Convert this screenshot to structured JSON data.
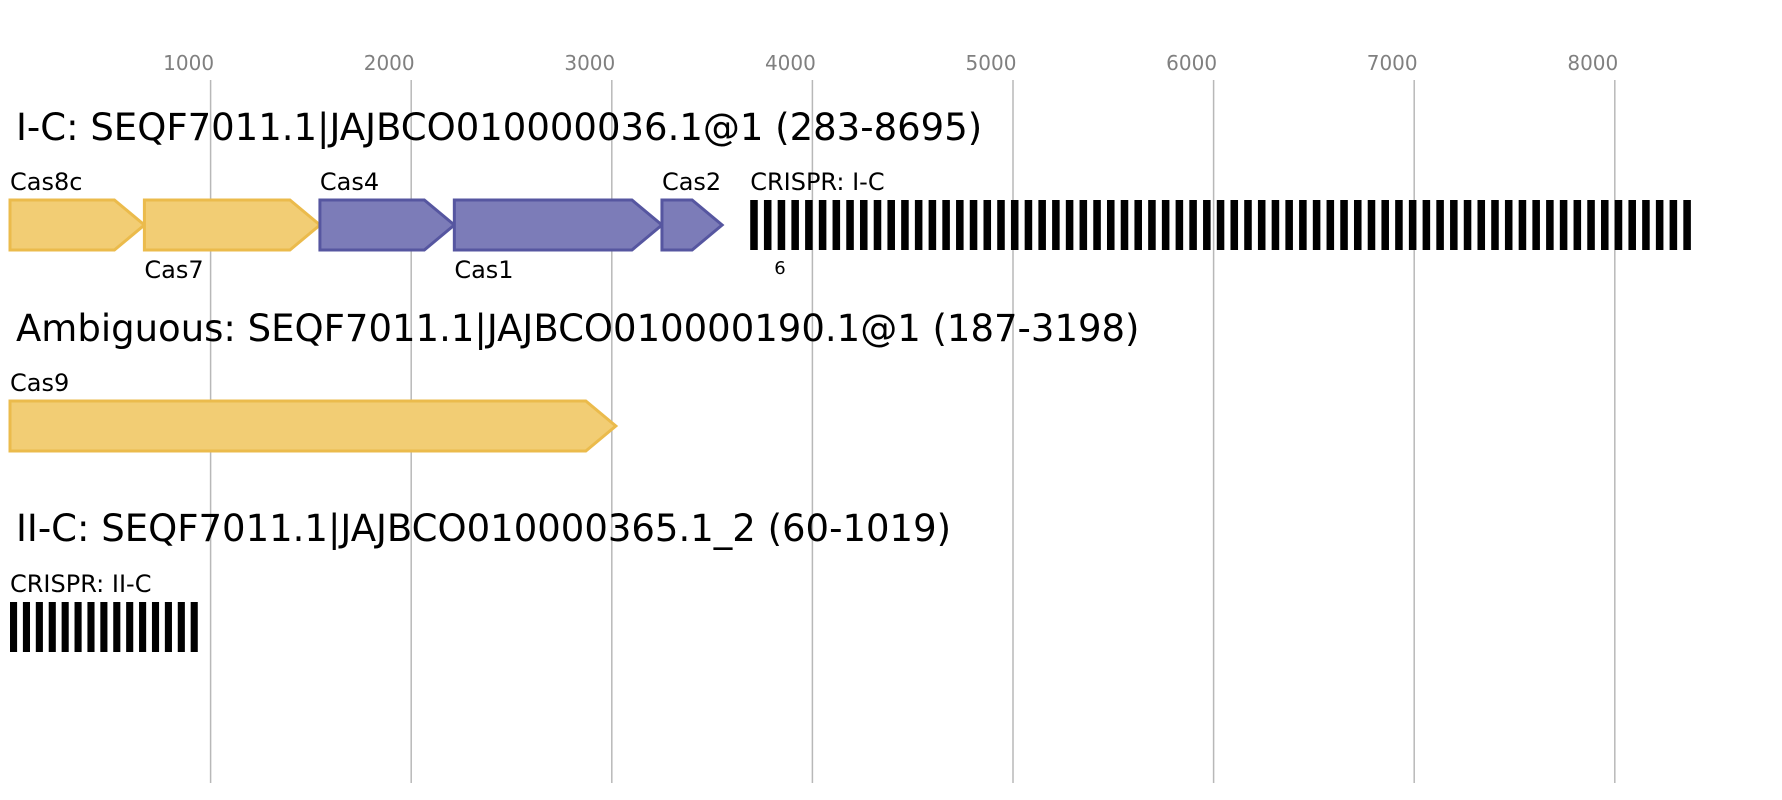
{
  "axis": {
    "ticks": [
      {
        "value": 1000,
        "label": "1000"
      },
      {
        "value": 2000,
        "label": "2000"
      },
      {
        "value": 3000,
        "label": "3000"
      },
      {
        "value": 4000,
        "label": "4000"
      },
      {
        "value": 5000,
        "label": "5000"
      },
      {
        "value": 6000,
        "label": "6000"
      },
      {
        "value": 7000,
        "label": "7000"
      },
      {
        "value": 8000,
        "label": "8000"
      }
    ]
  },
  "colors": {
    "yellow_fill": "#f2cd74",
    "yellow_stroke": "#ebbb4c",
    "blue_fill": "#7c7cb8",
    "blue_stroke": "#5656a0",
    "crispr": "#000000"
  },
  "loci": [
    {
      "title": "I-C: SEQF7011.1|JAJBCO010000036.1@1 (283-8695)",
      "genes": [
        {
          "name": "Cas8c",
          "start": 0,
          "end": 670,
          "color": "yellow",
          "label_pos": "above"
        },
        {
          "name": "Cas7",
          "start": 670,
          "end": 1545,
          "color": "yellow",
          "label_pos": "below"
        },
        {
          "name": "Cas4",
          "start": 1545,
          "end": 2215,
          "color": "blue",
          "label_pos": "above"
        },
        {
          "name": "Cas1",
          "start": 2215,
          "end": 3250,
          "color": "blue",
          "label_pos": "below"
        },
        {
          "name": "Cas2",
          "start": 3250,
          "end": 3550,
          "color": "blue",
          "label_pos": "above"
        }
      ],
      "crispr": {
        "label": "CRISPR: I-C",
        "start": 3690,
        "end": 8410,
        "repeats": 69,
        "count_label": "6"
      }
    },
    {
      "title": "Ambiguous: SEQF7011.1|JAJBCO010000190.1@1 (187-3198)",
      "genes": [
        {
          "name": "Cas9",
          "start": 0,
          "end": 3020,
          "color": "yellow",
          "label_pos": "above"
        }
      ],
      "crispr": null
    },
    {
      "title": "II-C: SEQF7011.1|JAJBCO010000365.1_2 (60-1019)",
      "genes": [],
      "crispr": {
        "label": "CRISPR: II-C",
        "start": 0,
        "end": 965,
        "repeats": 15,
        "count_label": ""
      }
    }
  ]
}
